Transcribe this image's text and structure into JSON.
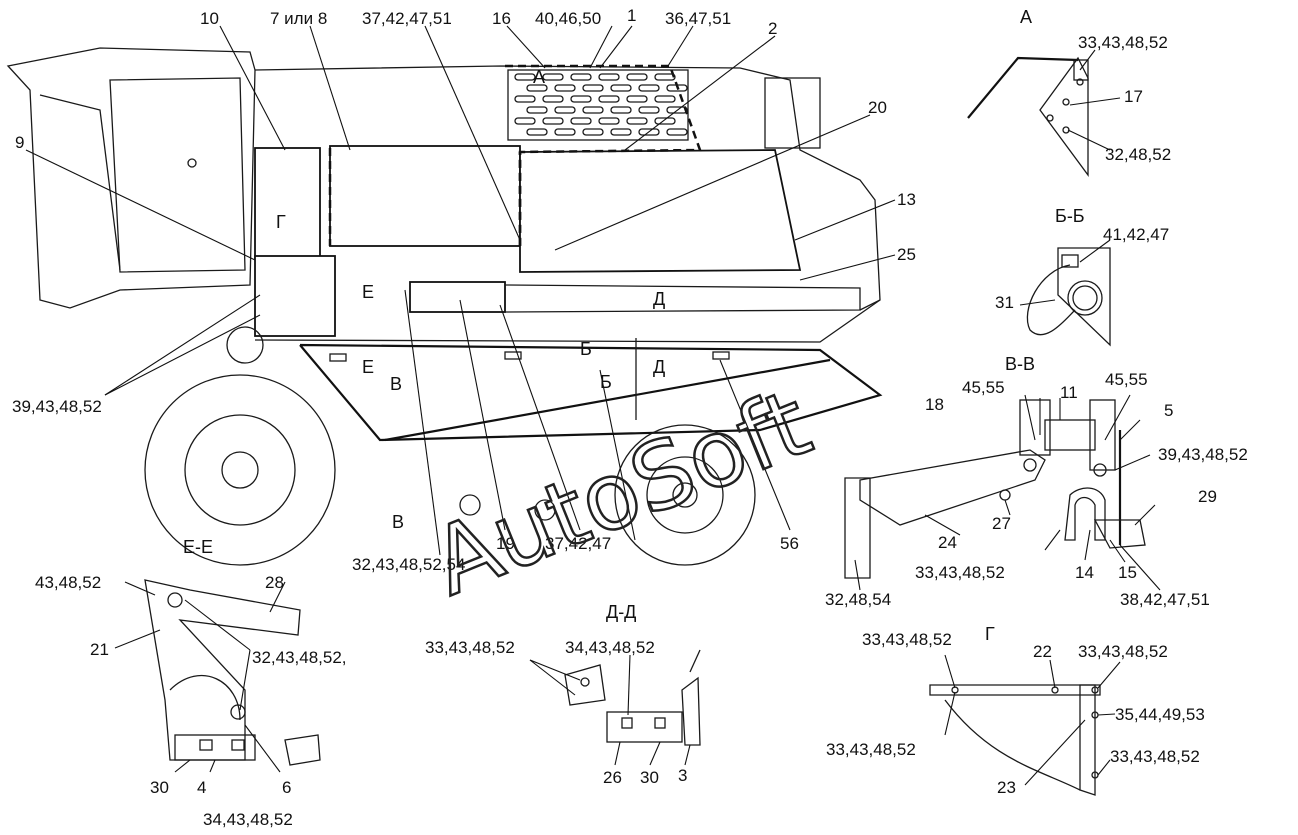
{
  "watermark": "AutoSoft",
  "callouts": [
    {
      "id": "c-10",
      "text": "10"
    },
    {
      "id": "c-7or8",
      "text": "7 или 8"
    },
    {
      "id": "c-37-42-47-51",
      "text": "37,42,47,51"
    },
    {
      "id": "c-16",
      "text": "16"
    },
    {
      "id": "c-40-46-50",
      "text": "40,46,50"
    },
    {
      "id": "c-1",
      "text": "1"
    },
    {
      "id": "c-36-47-51",
      "text": "36,47,51"
    },
    {
      "id": "c-2",
      "text": "2"
    },
    {
      "id": "c-20",
      "text": "20"
    },
    {
      "id": "c-9",
      "text": "9"
    },
    {
      "id": "c-13",
      "text": "13"
    },
    {
      "id": "c-25",
      "text": "25"
    },
    {
      "id": "c-39-43-48-52-left",
      "text": "39,43,48,52"
    },
    {
      "id": "c-32-43-48-52-54",
      "text": "32,43,48,52,54"
    },
    {
      "id": "c-19",
      "text": "19"
    },
    {
      "id": "c-37-42-47",
      "text": "37,42,47"
    },
    {
      "id": "c-56",
      "text": "56"
    },
    {
      "id": "c-A-33-43-48-52",
      "text": "33,43,48,52"
    },
    {
      "id": "c-17",
      "text": "17"
    },
    {
      "id": "c-32-48-52",
      "text": "32,48,52"
    },
    {
      "id": "c-41-42-47",
      "text": "41,42,47"
    },
    {
      "id": "c-31",
      "text": "31"
    },
    {
      "id": "c-45-55-a",
      "text": "45,55"
    },
    {
      "id": "c-11",
      "text": "11"
    },
    {
      "id": "c-45-55-b",
      "text": "45,55"
    },
    {
      "id": "c-18",
      "text": "18"
    },
    {
      "id": "c-5",
      "text": "5"
    },
    {
      "id": "c-39-43-48-52-right",
      "text": "39,43,48,52"
    },
    {
      "id": "c-29",
      "text": "29"
    },
    {
      "id": "c-27",
      "text": "27"
    },
    {
      "id": "c-24",
      "text": "24"
    },
    {
      "id": "c-33-43-48-52-vv",
      "text": "33,43,48,52"
    },
    {
      "id": "c-14",
      "text": "14"
    },
    {
      "id": "c-15",
      "text": "15"
    },
    {
      "id": "c-32-48-54",
      "text": "32,48,54"
    },
    {
      "id": "c-38-42-47-51",
      "text": "38,42,47,51"
    },
    {
      "id": "c-43-48-52",
      "text": "43,48,52"
    },
    {
      "id": "c-28",
      "text": "28"
    },
    {
      "id": "c-21",
      "text": "21"
    },
    {
      "id": "c-32-43-48-52c",
      "text": "32,43,48,52,"
    },
    {
      "id": "c-30-ee",
      "text": "30"
    },
    {
      "id": "c-4",
      "text": "4"
    },
    {
      "id": "c-6",
      "text": "6"
    },
    {
      "id": "c-34-43-48-52-ee",
      "text": "34,43,48,52"
    },
    {
      "id": "c-33-43-48-52-dd",
      "text": "33,43,48,52"
    },
    {
      "id": "c-34-43-48-52-dd",
      "text": "34,43,48,52"
    },
    {
      "id": "c-26",
      "text": "26"
    },
    {
      "id": "c-30-dd",
      "text": "30"
    },
    {
      "id": "c-3",
      "text": "3"
    },
    {
      "id": "c-g-33-top",
      "text": "33,43,48,52"
    },
    {
      "id": "c-22",
      "text": "22"
    },
    {
      "id": "c-g-33-right",
      "text": "33,43,48,52"
    },
    {
      "id": "c-35-44-49-53",
      "text": "35,44,49,53"
    },
    {
      "id": "c-g-33-left",
      "text": "33,43,48,52"
    },
    {
      "id": "c-g-33-lowright",
      "text": "33,43,48,52"
    },
    {
      "id": "c-23",
      "text": "23"
    }
  ],
  "markers": [
    {
      "id": "m-A",
      "text": "А"
    },
    {
      "id": "m-G",
      "text": "Г"
    },
    {
      "id": "m-E1",
      "text": "Е"
    },
    {
      "id": "m-E2",
      "text": "Е"
    },
    {
      "id": "m-D1",
      "text": "Д"
    },
    {
      "id": "m-D2",
      "text": "Д"
    },
    {
      "id": "m-B1",
      "text": "Б"
    },
    {
      "id": "m-B2",
      "text": "Б"
    },
    {
      "id": "m-V1",
      "text": "В"
    },
    {
      "id": "m-V2",
      "text": "В"
    }
  ],
  "section_titles": [
    {
      "id": "t-A",
      "text": "А"
    },
    {
      "id": "t-BB",
      "text": "Б-Б"
    },
    {
      "id": "t-VV",
      "text": "В-В"
    },
    {
      "id": "t-EE",
      "text": "Е-Е"
    },
    {
      "id": "t-DD",
      "text": "Д-Д"
    },
    {
      "id": "t-G",
      "text": "Г"
    }
  ]
}
